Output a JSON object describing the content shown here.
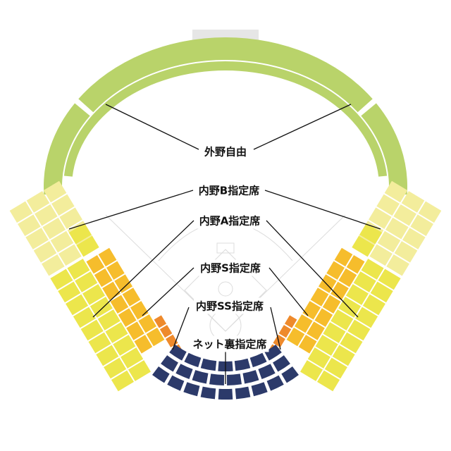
{
  "labels": {
    "outfield": "外野自由",
    "infield_b": "内野B指定席",
    "infield_a": "内野A指定席",
    "infield_s": "内野S指定席",
    "infield_ss": "内野SS指定席",
    "backnet": "ネット裏指定席"
  },
  "colors": {
    "outfield": "#b9d36a",
    "infield_b": "#f3ed9c",
    "infield_a": "#ece64c",
    "infield_s": "#f6bd2c",
    "infield_ss": "#ee8a2c",
    "backnet": "#2c3a6a",
    "field_lines": "#d8d8d8",
    "scoreboard": "#e6e6e6"
  }
}
